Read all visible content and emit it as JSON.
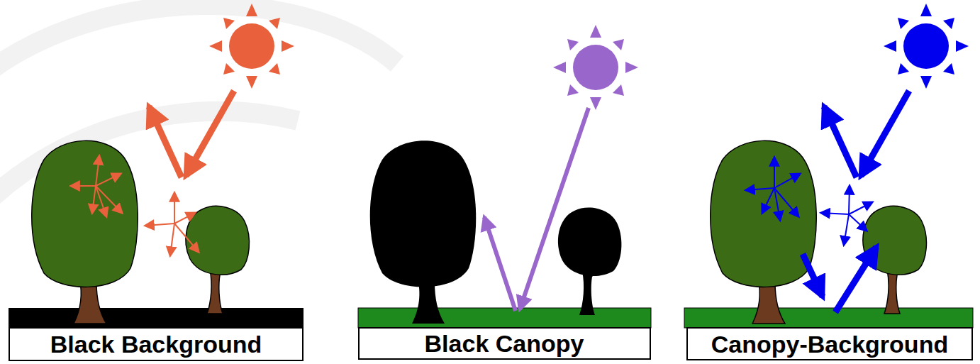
{
  "diagram": {
    "nodes": [
      {
        "text": [
          "Black Background"
        ]
      },
      {
        "text": [
          "Black Canopy"
        ]
      },
      {
        "text": [
          "Canopy-Background"
        ]
      }
    ]
  }
}
